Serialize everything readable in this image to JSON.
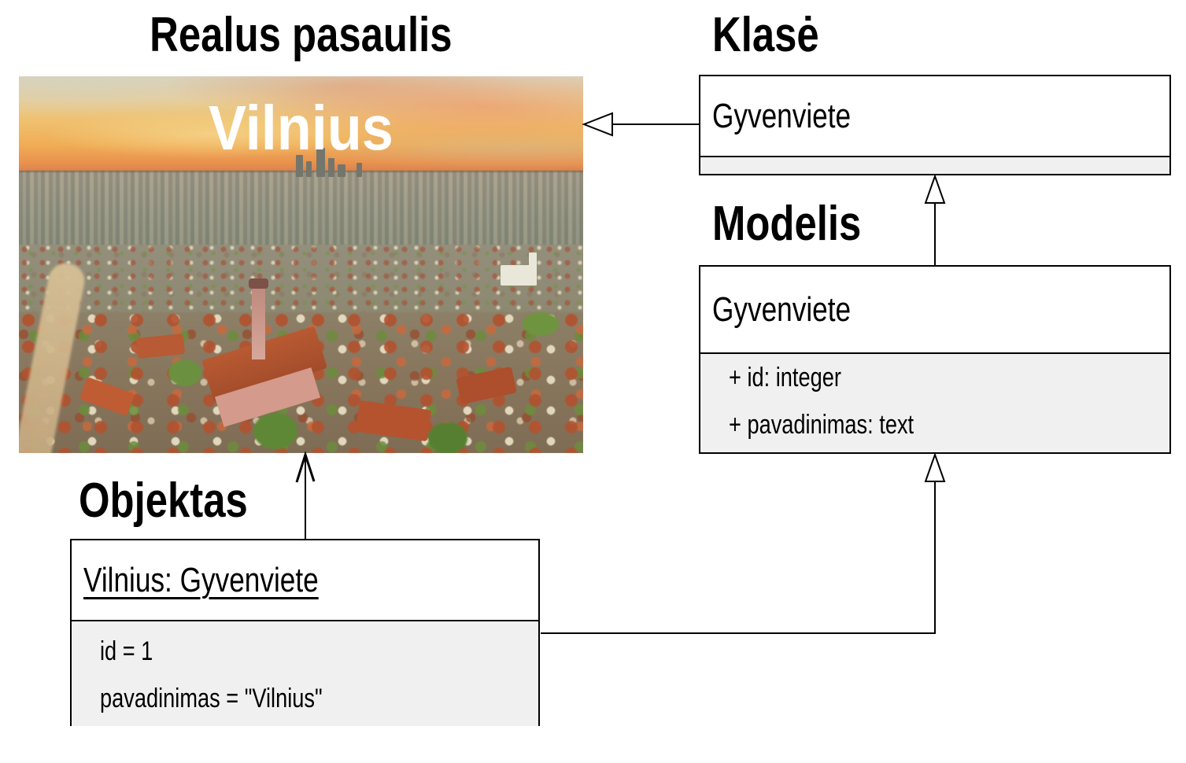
{
  "headings": {
    "real_world": "Realus pasaulis",
    "class_section": "Klasė",
    "model_section": "Modelis",
    "object_section": "Objektas"
  },
  "photo": {
    "caption": "Vilnius"
  },
  "class_box": {
    "name": "Gyvenviete"
  },
  "model_box": {
    "name": "Gyvenviete",
    "attributes": [
      "+ id: integer",
      "+ pavadinimas: text"
    ]
  },
  "object_box": {
    "name": "Vilnius: Gyvenviete",
    "attributes": [
      "id = 1",
      "pavadinimas = \"Vilnius\""
    ]
  },
  "colors": {
    "box_border": "#000000",
    "compartment_fill": "#f0f0f0",
    "background": "#ffffff",
    "caption_color": "#ffffff"
  }
}
